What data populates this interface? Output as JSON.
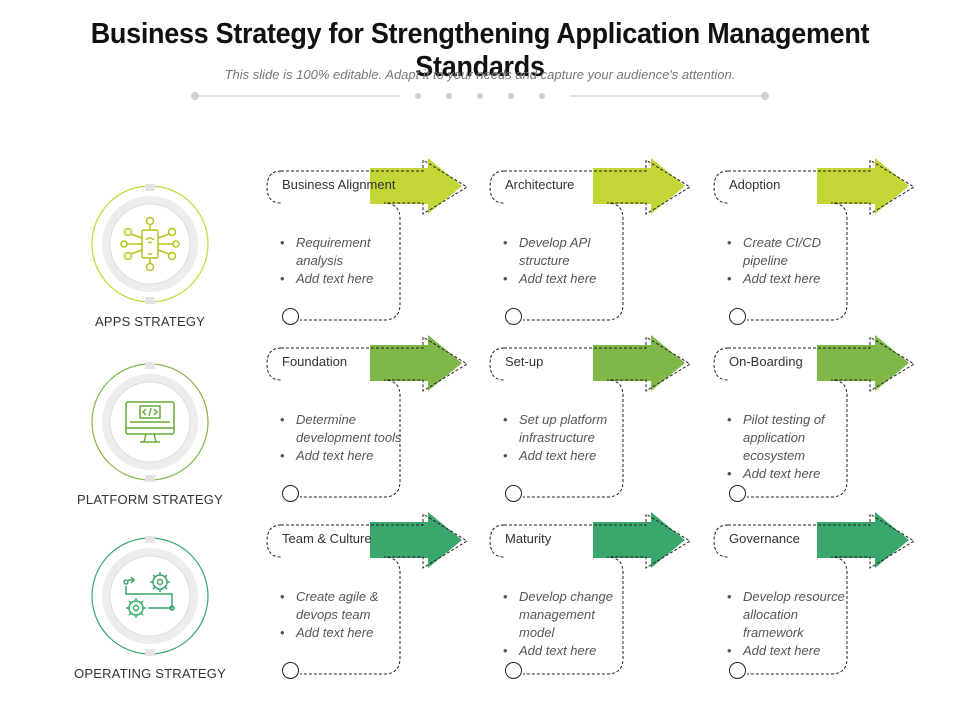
{
  "header": {
    "title": "Business Strategy for Strengthening Application Management Standards",
    "subtitle": "This slide is 100% editable. Adapt it to your needs and capture your audience's attention."
  },
  "strategies": [
    {
      "label": "APPS STRATEGY",
      "icon": "smartphone-network-icon",
      "ring_color": "#c3d636"
    },
    {
      "label": "PLATFORM STRATEGY",
      "icon": "monitor-code-icon",
      "ring_color": "#7fb848"
    },
    {
      "label": "OPERATING STRATEGY",
      "icon": "gears-workflow-icon",
      "ring_color": "#3aa76d"
    }
  ],
  "rows": [
    {
      "arrow_color": "#c3d636",
      "cards": [
        {
          "title": "Business Alignment",
          "items": [
            "Requirement analysis",
            "Add text here"
          ]
        },
        {
          "title": "Architecture",
          "items": [
            "Develop API structure",
            "Add text here"
          ]
        },
        {
          "title": "Adoption",
          "items": [
            "Create CI/CD pipeline",
            "Add text here"
          ]
        }
      ]
    },
    {
      "arrow_color": "#7fb848",
      "cards": [
        {
          "title": "Foundation",
          "items": [
            "Determine development tools",
            "Add text here"
          ]
        },
        {
          "title": "Set-up",
          "items": [
            "Set up platform infrastructure",
            "Add text here"
          ]
        },
        {
          "title": "On-Boarding",
          "items": [
            "Pilot testing of application ecosystem",
            "Add text here"
          ]
        }
      ]
    },
    {
      "arrow_color": "#3aa76d",
      "cards": [
        {
          "title": "Team & Culture",
          "items": [
            "Create agile & devops team",
            "Add text here"
          ]
        },
        {
          "title": "Maturity",
          "items": [
            "Develop change management model",
            "Add text here"
          ]
        },
        {
          "title": "Governance",
          "items": [
            "Develop resource allocation framework",
            "Add text here"
          ]
        }
      ]
    }
  ]
}
